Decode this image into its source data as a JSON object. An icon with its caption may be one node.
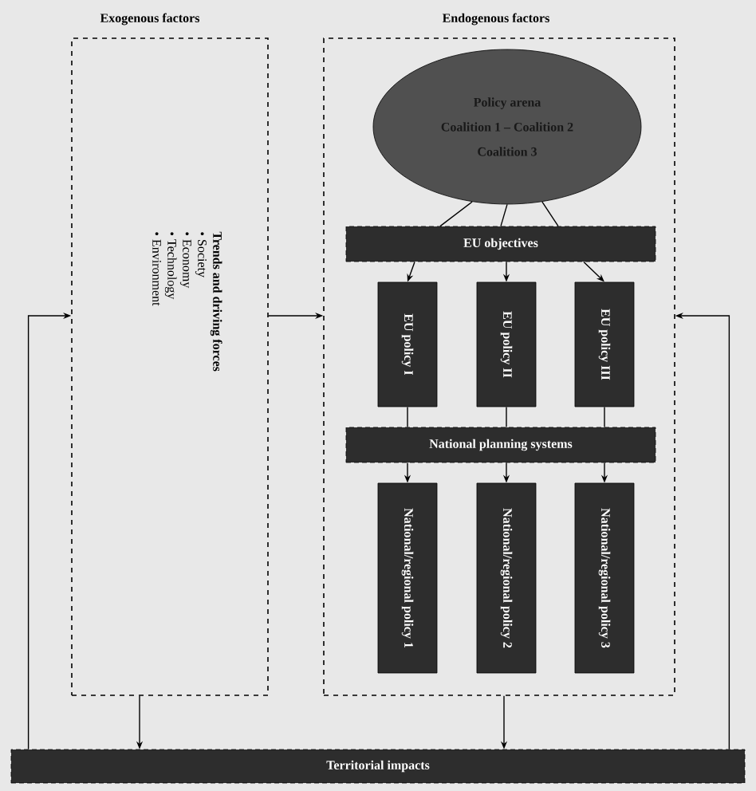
{
  "diagram": {
    "nodes": [
      {
        "text": [
          "Exogenous factors",
          "Trends and driving forces",
          "• Society",
          "• Economy",
          "• Technology",
          "• Environment"
        ]
      },
      {
        "text": [
          "Endogenous factors"
        ]
      },
      {
        "text": [
          "Policy arena",
          "Coalition 1 – Coalition 2",
          "Coalition 3"
        ],
        "in": 1
      },
      {
        "text": [
          "EU objectives"
        ],
        "in": 1
      },
      {
        "text": [
          "EU policy I"
        ],
        "in": 1
      },
      {
        "text": [
          "EU policy II"
        ],
        "in": 1
      },
      {
        "text": [
          "EU policy III"
        ],
        "in": 1
      },
      {
        "text": [
          "National planning systems"
        ],
        "in": 1
      },
      {
        "text": [
          "National/regional policy 1"
        ],
        "in": 1
      },
      {
        "text": [
          "National/regional policy 2"
        ],
        "in": 1
      },
      {
        "text": [
          "National/regional policy 3"
        ],
        "in": 1
      },
      {
        "text": [
          "Territorial impacts"
        ]
      }
    ],
    "edges": [
      {
        "from": 2,
        "to": 3,
        "arrow": "none"
      },
      {
        "from": 2,
        "to": 3,
        "arrow": "none"
      },
      {
        "from": 2,
        "to": 3,
        "arrow": "none"
      },
      {
        "from": 3,
        "to": 4,
        "arrow": "to"
      },
      {
        "from": 3,
        "to": 5,
        "arrow": "to"
      },
      {
        "from": 3,
        "to": 6,
        "arrow": "to"
      },
      {
        "from": 4,
        "to": 7,
        "arrow": "none"
      },
      {
        "from": 5,
        "to": 7,
        "arrow": "none"
      },
      {
        "from": 6,
        "to": 7,
        "arrow": "none"
      },
      {
        "from": 7,
        "to": 8,
        "arrow": "to"
      },
      {
        "from": 7,
        "to": 9,
        "arrow": "to"
      },
      {
        "from": 7,
        "to": 10,
        "arrow": "to"
      },
      {
        "from": 0,
        "to": 1,
        "arrow": "to"
      },
      {
        "from": 11,
        "to": 0,
        "arrow": "to"
      },
      {
        "from": 11,
        "to": 1,
        "arrow": "to"
      },
      {
        "from": 0,
        "to": 11,
        "arrow": "to"
      },
      {
        "from": 1,
        "to": 11,
        "arrow": "to"
      }
    ]
  }
}
